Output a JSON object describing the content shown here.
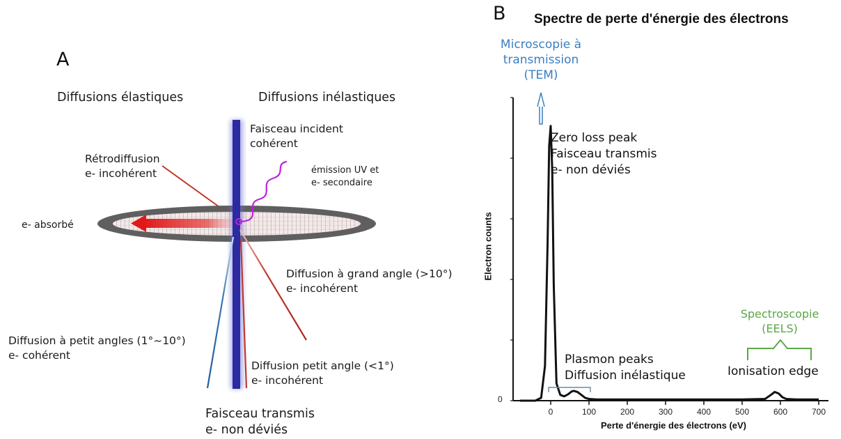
{
  "panel_a": {
    "letter": "A",
    "heading_elastic": "Diffusions élastiques",
    "heading_inelastic": "Diffusions inélastiques",
    "incident_line1": "Faisceau incident",
    "incident_line2": "cohérent",
    "retro_line1": "Rétrodiffusion",
    "retro_line2": "e- incohérent",
    "uv_line1": "émission UV et",
    "uv_line2": "e- secondaire",
    "absorbed": "e- absorbé",
    "wide_line1": "Diffusion à grand angle (>10°)",
    "wide_line2": "e- incohérent",
    "small_line1": "Diffusion à petit angles (1°~10°)",
    "small_line2": "e- cohérent",
    "tiny_line1": "Diffusion petit angle (<1°)",
    "tiny_line2": "e- incohérent",
    "trans_line1": "Faisceau transmis",
    "trans_line2": "e- non déviés",
    "colors": {
      "beam": "#2b2aa0",
      "inelastic": "#c0392b",
      "elastic": "#1f5b99",
      "uv": "#c020e0",
      "sample": "#5a5a5a",
      "absorbed_arrow": "#e02020"
    }
  },
  "panel_b": {
    "letter": "B",
    "title": "Spectre de perte d'énergie des électrons",
    "tem_line1": "Microscopie à",
    "tem_line2": "transmission",
    "tem_line3": "(TEM)",
    "zlp_line1": "Zero loss peak",
    "zlp_line2": "Faisceau transmis",
    "zlp_line3": "e- non déviés",
    "plasmon_line1": "Plasmon peaks",
    "plasmon_line2": "Diffusion inélastique",
    "eels_line1": "Spectroscopie",
    "eels_line2": "(EELS)",
    "ionisation": "Ionisation edge",
    "colors": {
      "tem": "#3a7fc1",
      "eels": "#5aa845",
      "curve": "#111111"
    }
  },
  "chart_data": {
    "type": "line",
    "title": "Spectre de perte d'énergie des électrons",
    "xlabel": "Perte d'énergie des électrons (eV)",
    "ylabel": "Electron counts",
    "xlim": [
      -80,
      720
    ],
    "ylim": [
      0,
      100
    ],
    "x_ticks": [
      0,
      100,
      200,
      300,
      400,
      500,
      600,
      700
    ],
    "y_ticks": [
      0
    ],
    "series": [
      {
        "x": [
          -80,
          -40,
          -25,
          -15,
          -8,
          -4,
          0,
          4,
          8,
          15,
          25,
          35,
          45,
          55,
          60,
          70,
          80,
          90,
          100,
          120,
          200,
          300,
          400,
          500,
          560,
          575,
          585,
          595,
          605,
          615,
          640,
          700
        ],
        "values": [
          0,
          0,
          1,
          12,
          55,
          88,
          95,
          80,
          40,
          6,
          2,
          1.5,
          2.2,
          3.2,
          3.4,
          3,
          2,
          1,
          0.6,
          0.4,
          0.4,
          0.4,
          0.4,
          0.4,
          0.6,
          2.0,
          3.0,
          2.5,
          1.2,
          0.6,
          0.4,
          0.4
        ]
      }
    ]
  }
}
